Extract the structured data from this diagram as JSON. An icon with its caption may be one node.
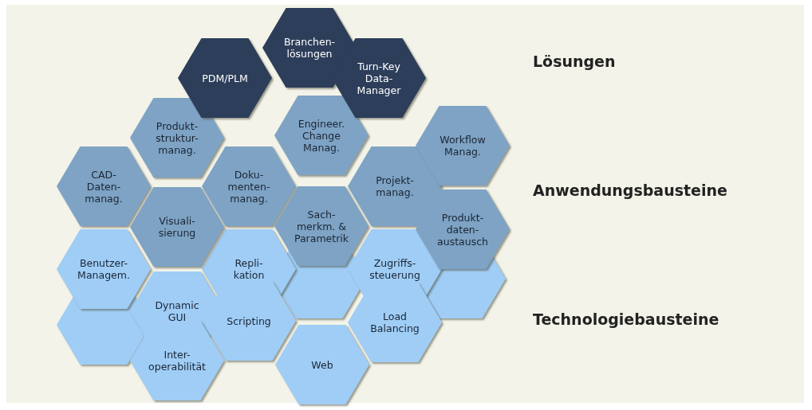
{
  "diagram": {
    "nodes": [
      {
        "text": [
          "Branchen- lösungen"
        ]
      },
      {
        "text": [
          "PDM/PLM"
        ]
      },
      {
        "text": [
          "Turn-Key Data- Manager"
        ]
      },
      {
        "text": [
          "Engineer. Change Manag."
        ]
      },
      {
        "text": [
          "Produkt- struktur- manag."
        ]
      },
      {
        "text": [
          "Workflow Manag."
        ]
      },
      {
        "text": [
          "CAD- Daten- manag."
        ]
      },
      {
        "text": [
          "Doku- menten- manag."
        ]
      },
      {
        "text": [
          "Projekt- manag."
        ]
      },
      {
        "text": [
          "Visuali- sierung"
        ]
      },
      {
        "text": [
          "Sach- merkm. & Parametrik"
        ]
      },
      {
        "text": [
          "Produkt- daten- austausch"
        ]
      },
      {
        "text": [
          "Benutzer- Managem."
        ]
      },
      {
        "text": [
          "Repli- kation"
        ]
      },
      {
        "text": [
          "Zugriffs- steuerung"
        ]
      },
      {
        "text": [],
        "shape": "hexagon"
      },
      {
        "text": [],
        "shape": "hexagon"
      },
      {
        "text": [
          "Dynamic GUI"
        ]
      },
      {
        "text": [
          "Scripting"
        ]
      },
      {
        "text": [
          "Load Balancing"
        ]
      },
      {
        "text": [],
        "shape": "hexagon"
      },
      {
        "text": [
          "Inter- operabilität"
        ]
      },
      {
        "text": [
          "Web"
        ]
      }
    ],
    "edges": [],
    "labels": [
      "Lösungen",
      "Anwendungsbausteine",
      "Technologiebausteine"
    ]
  }
}
